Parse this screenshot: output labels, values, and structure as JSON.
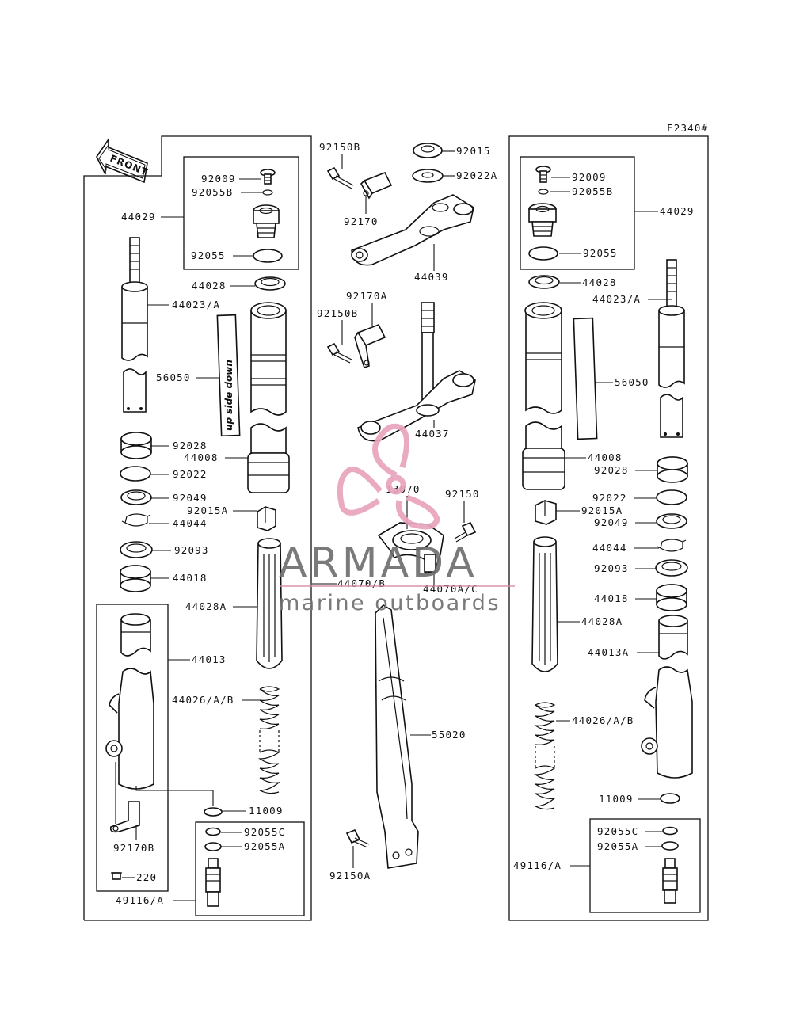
{
  "figure_code": "F2340#",
  "front_label": "FRONT",
  "decal_text": "up side down",
  "watermark": {
    "brand": "ARMADA",
    "subtitle": "marine outboards",
    "logo_color": "#e8a3bd",
    "line_color": "#d98aa8",
    "text_color": "#6f6f6f"
  },
  "left_fork": {
    "labels": {
      "p92009": "92009",
      "p92055b": "92055B",
      "p44029": "44029",
      "p92055": "92055",
      "p44028": "44028",
      "p44023a": "44023/A",
      "p56050": "56050",
      "p92028": "92028",
      "p44008": "44008",
      "p92022": "92022",
      "p92049": "92049",
      "p92015a": "92015A",
      "p44044": "44044",
      "p92093": "92093",
      "p44018": "44018",
      "p44028a": "44028A",
      "p44013": "44013",
      "p44026ab": "44026/A/B",
      "p11009": "11009",
      "p92170b": "92170B",
      "p92055c": "92055C",
      "p92055a": "92055A",
      "p220": "220",
      "p49116a": "49116/A"
    }
  },
  "center": {
    "labels": {
      "p92150b_1": "92150B",
      "p92015": "92015",
      "p92022a": "92022A",
      "p92170": "92170",
      "p44039": "44039",
      "p92170a": "92170A",
      "p92150b_2": "92150B",
      "p44037": "44037",
      "p13070": "13070",
      "p92150": "92150",
      "p44070b": "44070/B",
      "p44070ac": "44070A/C",
      "p55020": "55020",
      "p92150a": "92150A"
    }
  },
  "right_fork": {
    "labels": {
      "p92009": "92009",
      "p92055b": "92055B",
      "p44029": "44029",
      "p92055": "92055",
      "p44028": "44028",
      "p44023a": "44023/A",
      "p56050": "56050",
      "p44008": "44008",
      "p92028": "92028",
      "p92022": "92022",
      "p92015a": "92015A",
      "p92049": "92049",
      "p44044": "44044",
      "p92093": "92093",
      "p44018": "44018",
      "p44028a": "44028A",
      "p44013a": "44013A",
      "p44026ab": "44026/A/B",
      "p11009": "11009",
      "p92055c": "92055C",
      "p92055a": "92055A",
      "p49116a": "49116/A"
    }
  }
}
